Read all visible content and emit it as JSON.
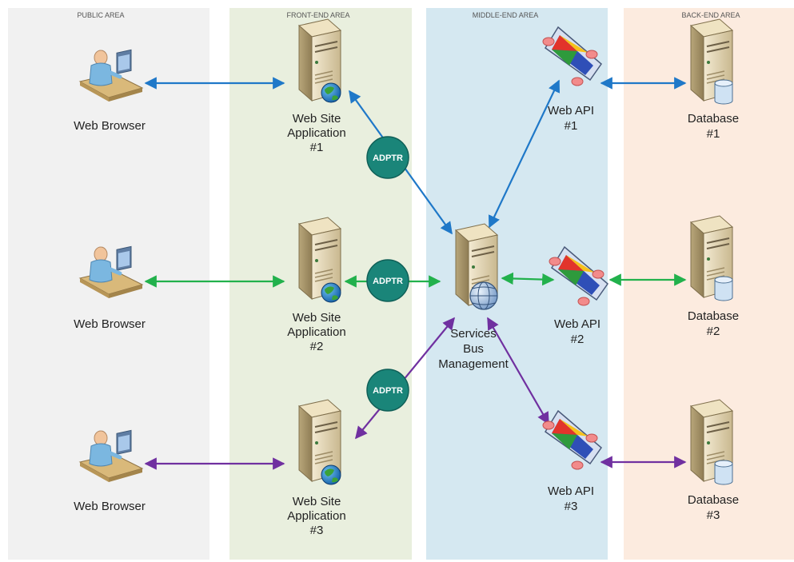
{
  "colors": {
    "public_bg": "#f1f1f1",
    "frontend_bg": "#e9efde",
    "middle_bg": "#d5e8f1",
    "backend_bg": "#fcebdf",
    "blue": "#1f78c8",
    "green": "#22b14c",
    "purple": "#7030a0",
    "adapter": "#1a8579"
  },
  "zones": {
    "public": "PUBLIC AREA",
    "frontend": "FRONT-END AREA",
    "middle": "MIDDLE-END AREA",
    "backend": "BACK-END AREA"
  },
  "browsers": [
    {
      "label": "Web Browser"
    },
    {
      "label": "Web Browser"
    },
    {
      "label": "Web Browser"
    }
  ],
  "web_sites": [
    {
      "line1": "Web Site",
      "line2": "Application",
      "line3": "#1"
    },
    {
      "line1": "Web Site",
      "line2": "Application",
      "line3": "#2"
    },
    {
      "line1": "Web Site",
      "line2": "Application",
      "line3": "#3"
    }
  ],
  "bus": {
    "line1": "Services",
    "line2": "Bus",
    "line3": "Management"
  },
  "web_apis": [
    {
      "line1": "Web API",
      "line2": "#1"
    },
    {
      "line1": "Web API",
      "line2": "#2"
    },
    {
      "line1": "Web API",
      "line2": "#3"
    }
  ],
  "databases": [
    {
      "line1": "Database",
      "line2": "#1"
    },
    {
      "line1": "Database",
      "line2": "#2"
    },
    {
      "line1": "Database",
      "line2": "#3"
    }
  ],
  "adapters": [
    "ADPTR",
    "ADPTR",
    "ADPTR"
  ],
  "icons": {
    "browser": "user-at-computer-icon",
    "server": "server-icon",
    "web_api": "web-api-prism-icon",
    "database": "database-server-icon"
  }
}
